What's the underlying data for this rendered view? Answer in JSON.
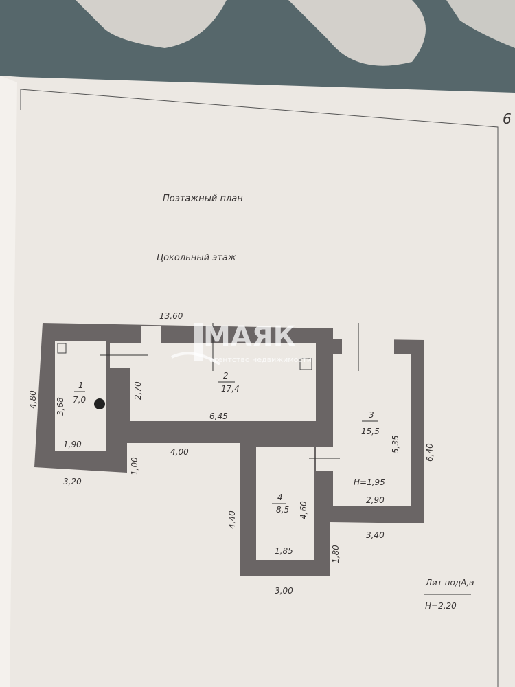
{
  "document": {
    "title": "Поэтажный план",
    "subtitle": "Цокольный этаж",
    "page_corner_mark": "6"
  },
  "watermark": {
    "brand": "МАЯК",
    "tagline": "агентство недвижимости"
  },
  "rooms": [
    {
      "number": "1",
      "area": "7,0"
    },
    {
      "number": "2",
      "area": "17,4"
    },
    {
      "number": "3",
      "area": "15,5"
    },
    {
      "number": "4",
      "area": "8,5"
    }
  ],
  "dimensions": {
    "top_total": "13,60",
    "left_outer": "4,80",
    "room1_height": "3,68",
    "room1_width": "1,90",
    "left_bottom_outer": "3,20",
    "room2_height": "2,70",
    "room2_width": "6,45",
    "corridor_width": "4,00",
    "corridor_step": "1,00",
    "room3_height": "5,35",
    "right_outer": "6,40",
    "room3_width": "2,90",
    "room3_ceiling": "H=1,95",
    "right_bottom_outer": "3,40",
    "room4_height": "4,60",
    "room4_outer_height": "4,40",
    "room4_width": "1,85",
    "room4_step": "1,80",
    "room4_bottom_outer": "3,00"
  },
  "legend": {
    "letter": "Лит подА,а",
    "height": "H=2,20"
  },
  "colors": {
    "paper": "#ece8e3",
    "wall": "#6a6565",
    "background": "#56676b"
  }
}
